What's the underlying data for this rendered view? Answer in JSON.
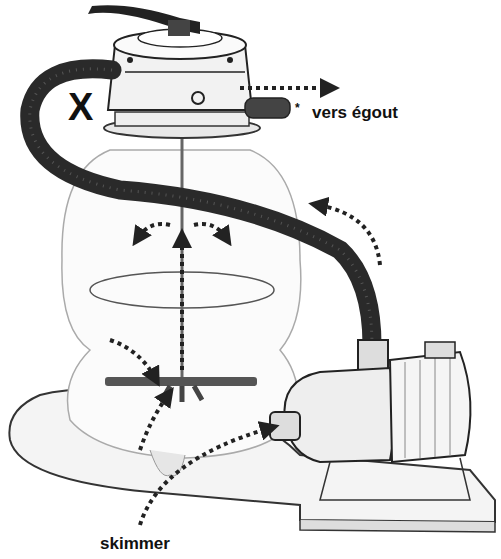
{
  "diagram": {
    "labels": [
      "X",
      "*",
      "vers égout",
      "skimmer"
    ]
  }
}
